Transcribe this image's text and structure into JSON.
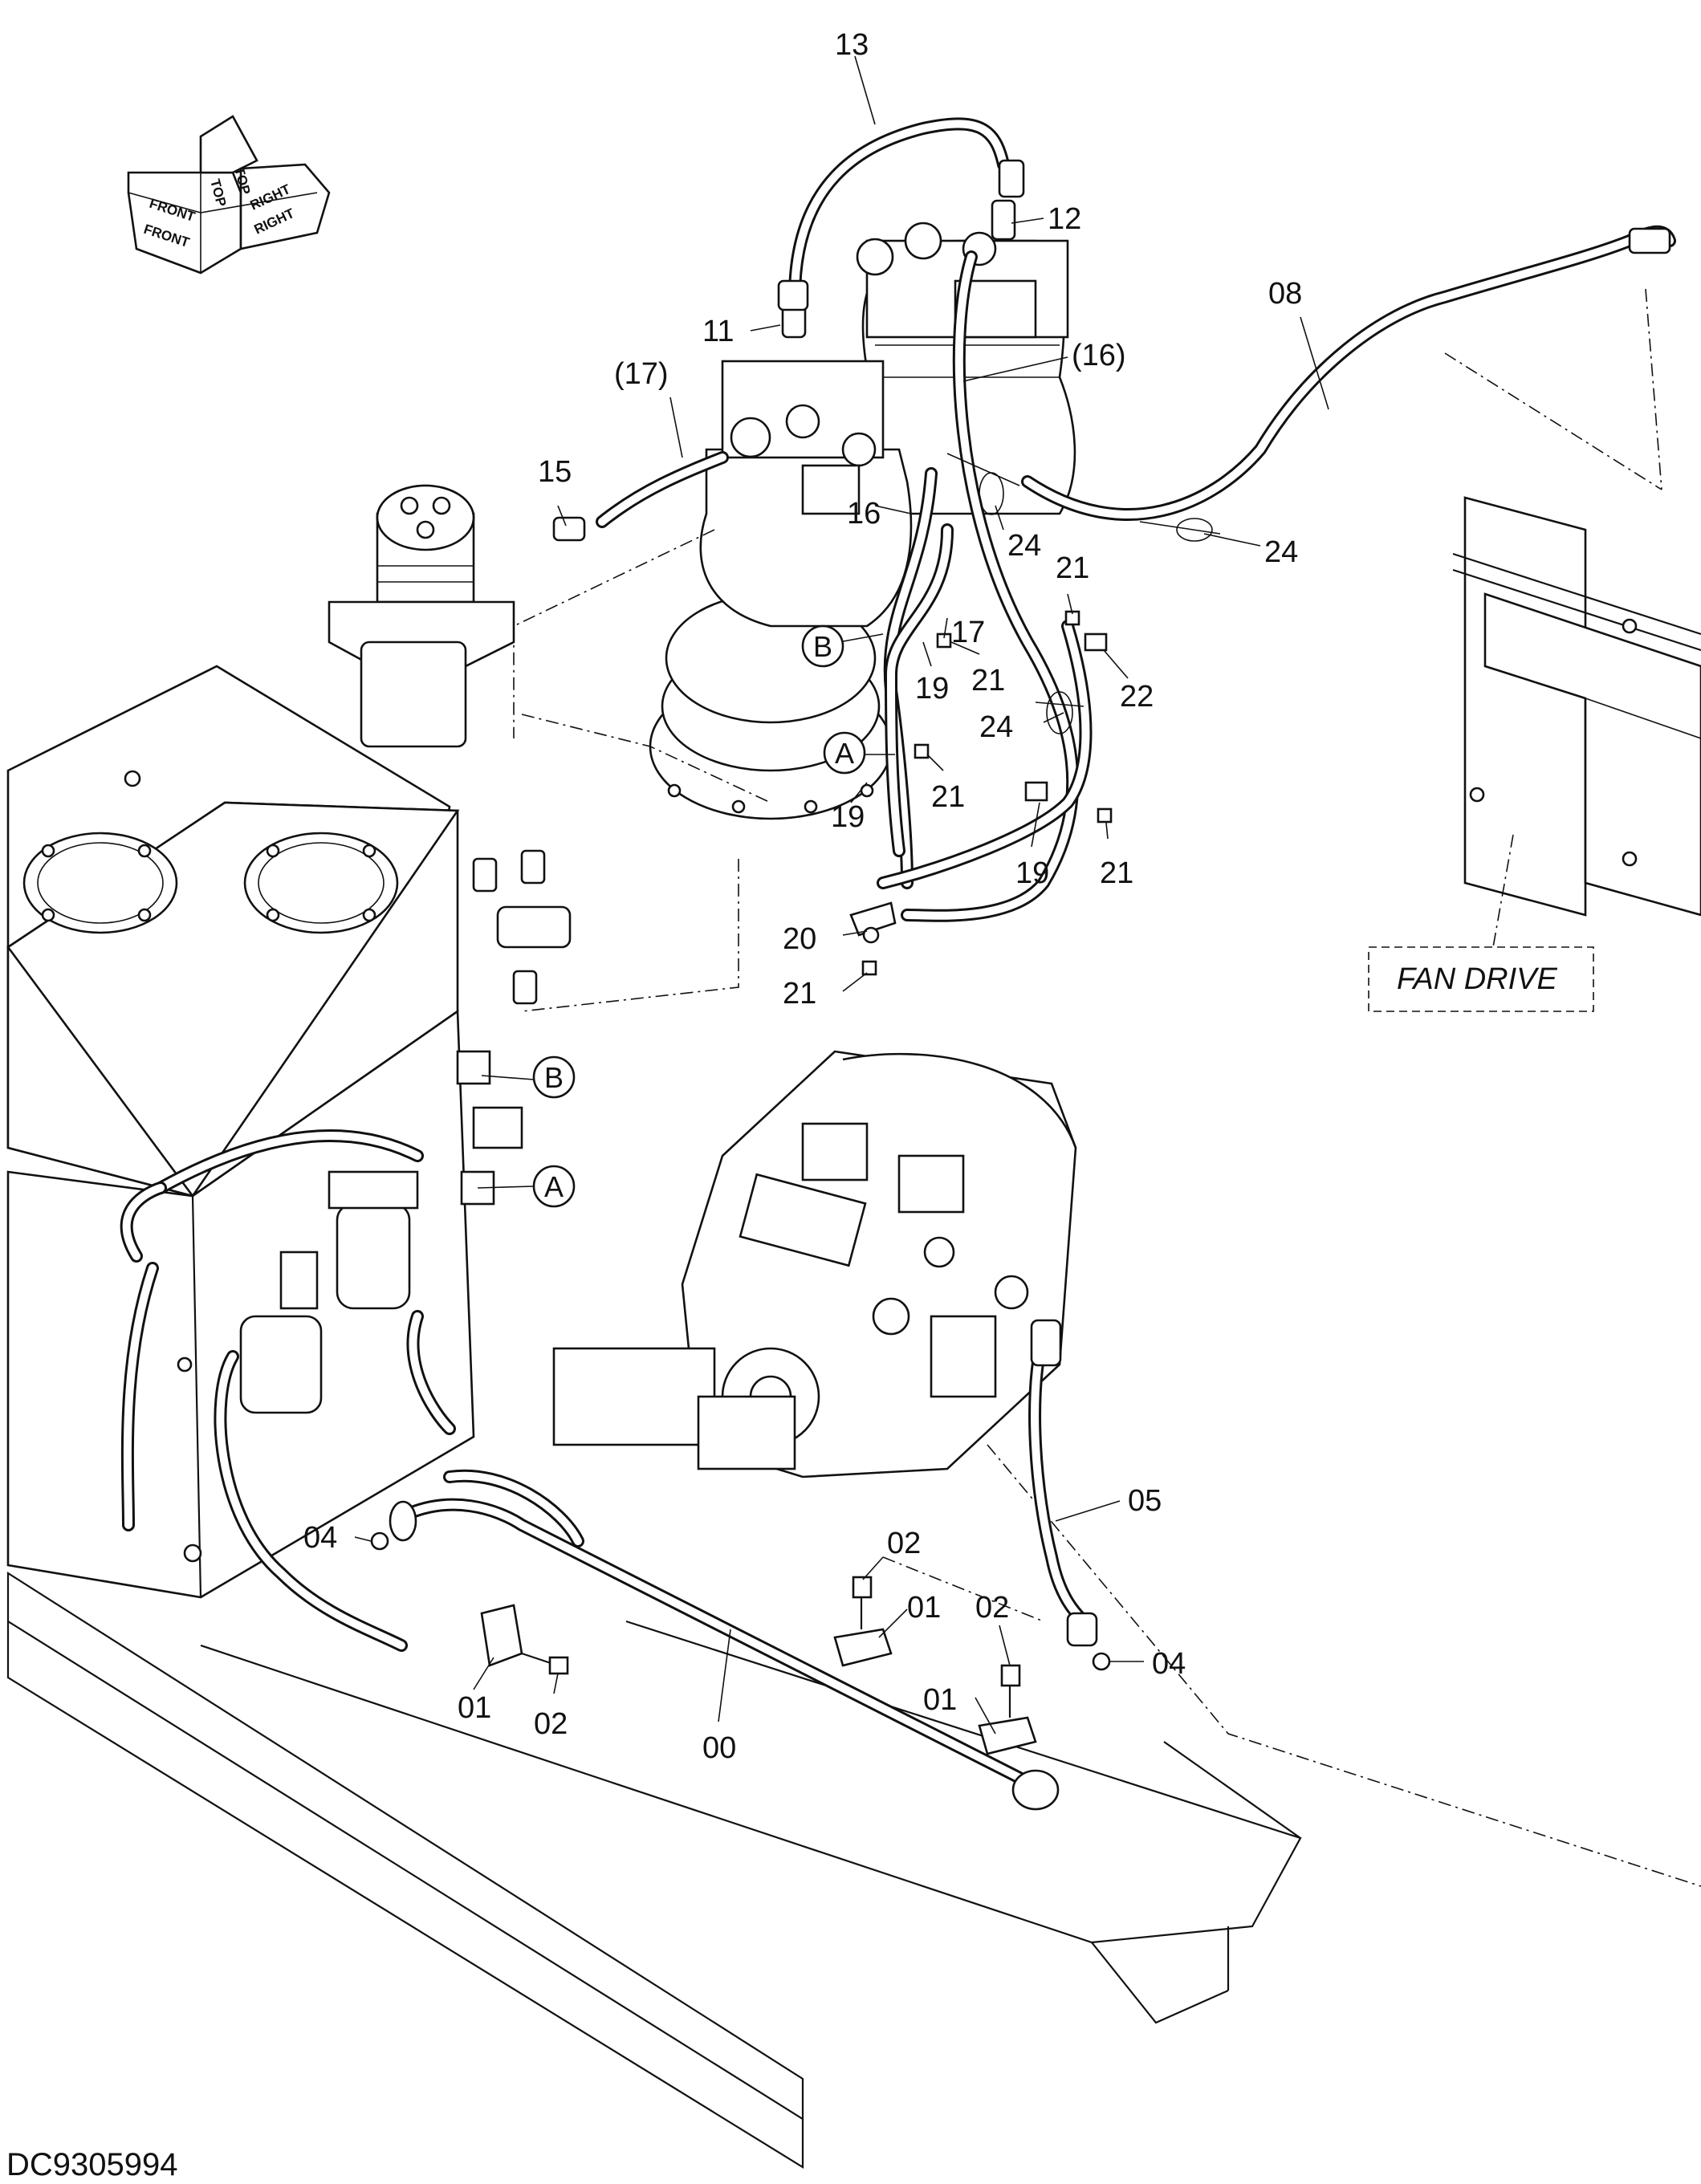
{
  "drawing_id": "DC9305994",
  "orientation": {
    "top": "TOP",
    "front": "FRONT",
    "right": "RIGHT"
  },
  "callouts": [
    {
      "id": "c13",
      "label": "13"
    },
    {
      "id": "c12",
      "label": "12"
    },
    {
      "id": "c08",
      "label": "08"
    },
    {
      "id": "c11",
      "label": "11"
    },
    {
      "id": "c16a",
      "label": "(16)"
    },
    {
      "id": "c17a",
      "label": "(17)"
    },
    {
      "id": "c15",
      "label": "15"
    },
    {
      "id": "c16b",
      "label": "16"
    },
    {
      "id": "c24a",
      "label": "24"
    },
    {
      "id": "c24b",
      "label": "24"
    },
    {
      "id": "c21a",
      "label": "21"
    },
    {
      "id": "c17b",
      "label": "17"
    },
    {
      "id": "c19a",
      "label": "19"
    },
    {
      "id": "c21b",
      "label": "21"
    },
    {
      "id": "c22",
      "label": "22"
    },
    {
      "id": "c24c",
      "label": "24"
    },
    {
      "id": "c21c",
      "label": "21"
    },
    {
      "id": "c19b",
      "label": "19"
    },
    {
      "id": "c19c",
      "label": "19"
    },
    {
      "id": "c21d",
      "label": "21"
    },
    {
      "id": "c20",
      "label": "20"
    },
    {
      "id": "c21e",
      "label": "21"
    },
    {
      "id": "c05",
      "label": "05"
    },
    {
      "id": "c04a",
      "label": "04"
    },
    {
      "id": "c02a",
      "label": "02"
    },
    {
      "id": "c01a",
      "label": "01"
    },
    {
      "id": "c02b",
      "label": "02"
    },
    {
      "id": "c04b",
      "label": "04"
    },
    {
      "id": "c01b",
      "label": "01"
    },
    {
      "id": "c01c",
      "label": "01"
    },
    {
      "id": "c02c",
      "label": "02"
    },
    {
      "id": "c00",
      "label": "00"
    }
  ],
  "reference_marks": [
    {
      "id": "refB1",
      "label": "B"
    },
    {
      "id": "refA1",
      "label": "A"
    },
    {
      "id": "refB2",
      "label": "B"
    },
    {
      "id": "refA2",
      "label": "A"
    }
  ],
  "boxes": {
    "fan_drive": "FAN DRIVE"
  }
}
